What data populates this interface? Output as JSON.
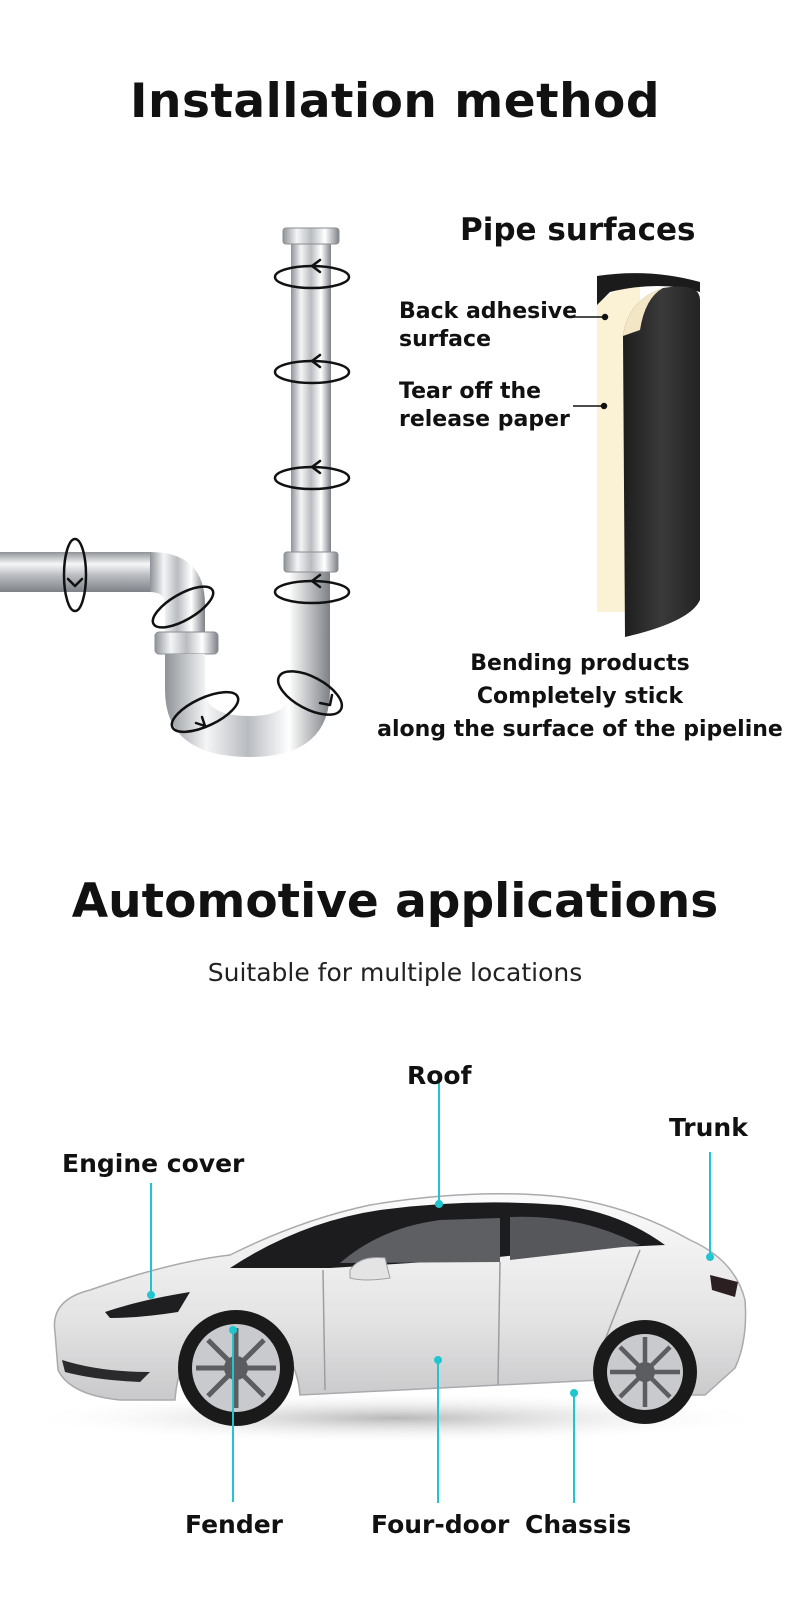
{
  "installation": {
    "title": "Installation method",
    "pipe_surfaces": "Pipe surfaces",
    "back_adhesive": [
      "Back adhesive",
      "surface"
    ],
    "tear_off": [
      "Tear off the",
      "release paper"
    ],
    "bending": [
      "Bending products",
      "Completely stick",
      "along the surface of the pipeline"
    ]
  },
  "automotive": {
    "title": "Automotive applications",
    "subtitle": "Suitable for multiple locations",
    "labels": {
      "roof": "Roof",
      "trunk": "Trunk",
      "engine_cover": "Engine cover",
      "fender": "Fender",
      "four_door": "Four-door",
      "chassis": "Chassis"
    }
  },
  "colors": {
    "callout_line": "#1fc6cf",
    "foam": "#2b2b2b",
    "release_paper": "#fbf2d5",
    "car_body": "#e9e9ea"
  }
}
